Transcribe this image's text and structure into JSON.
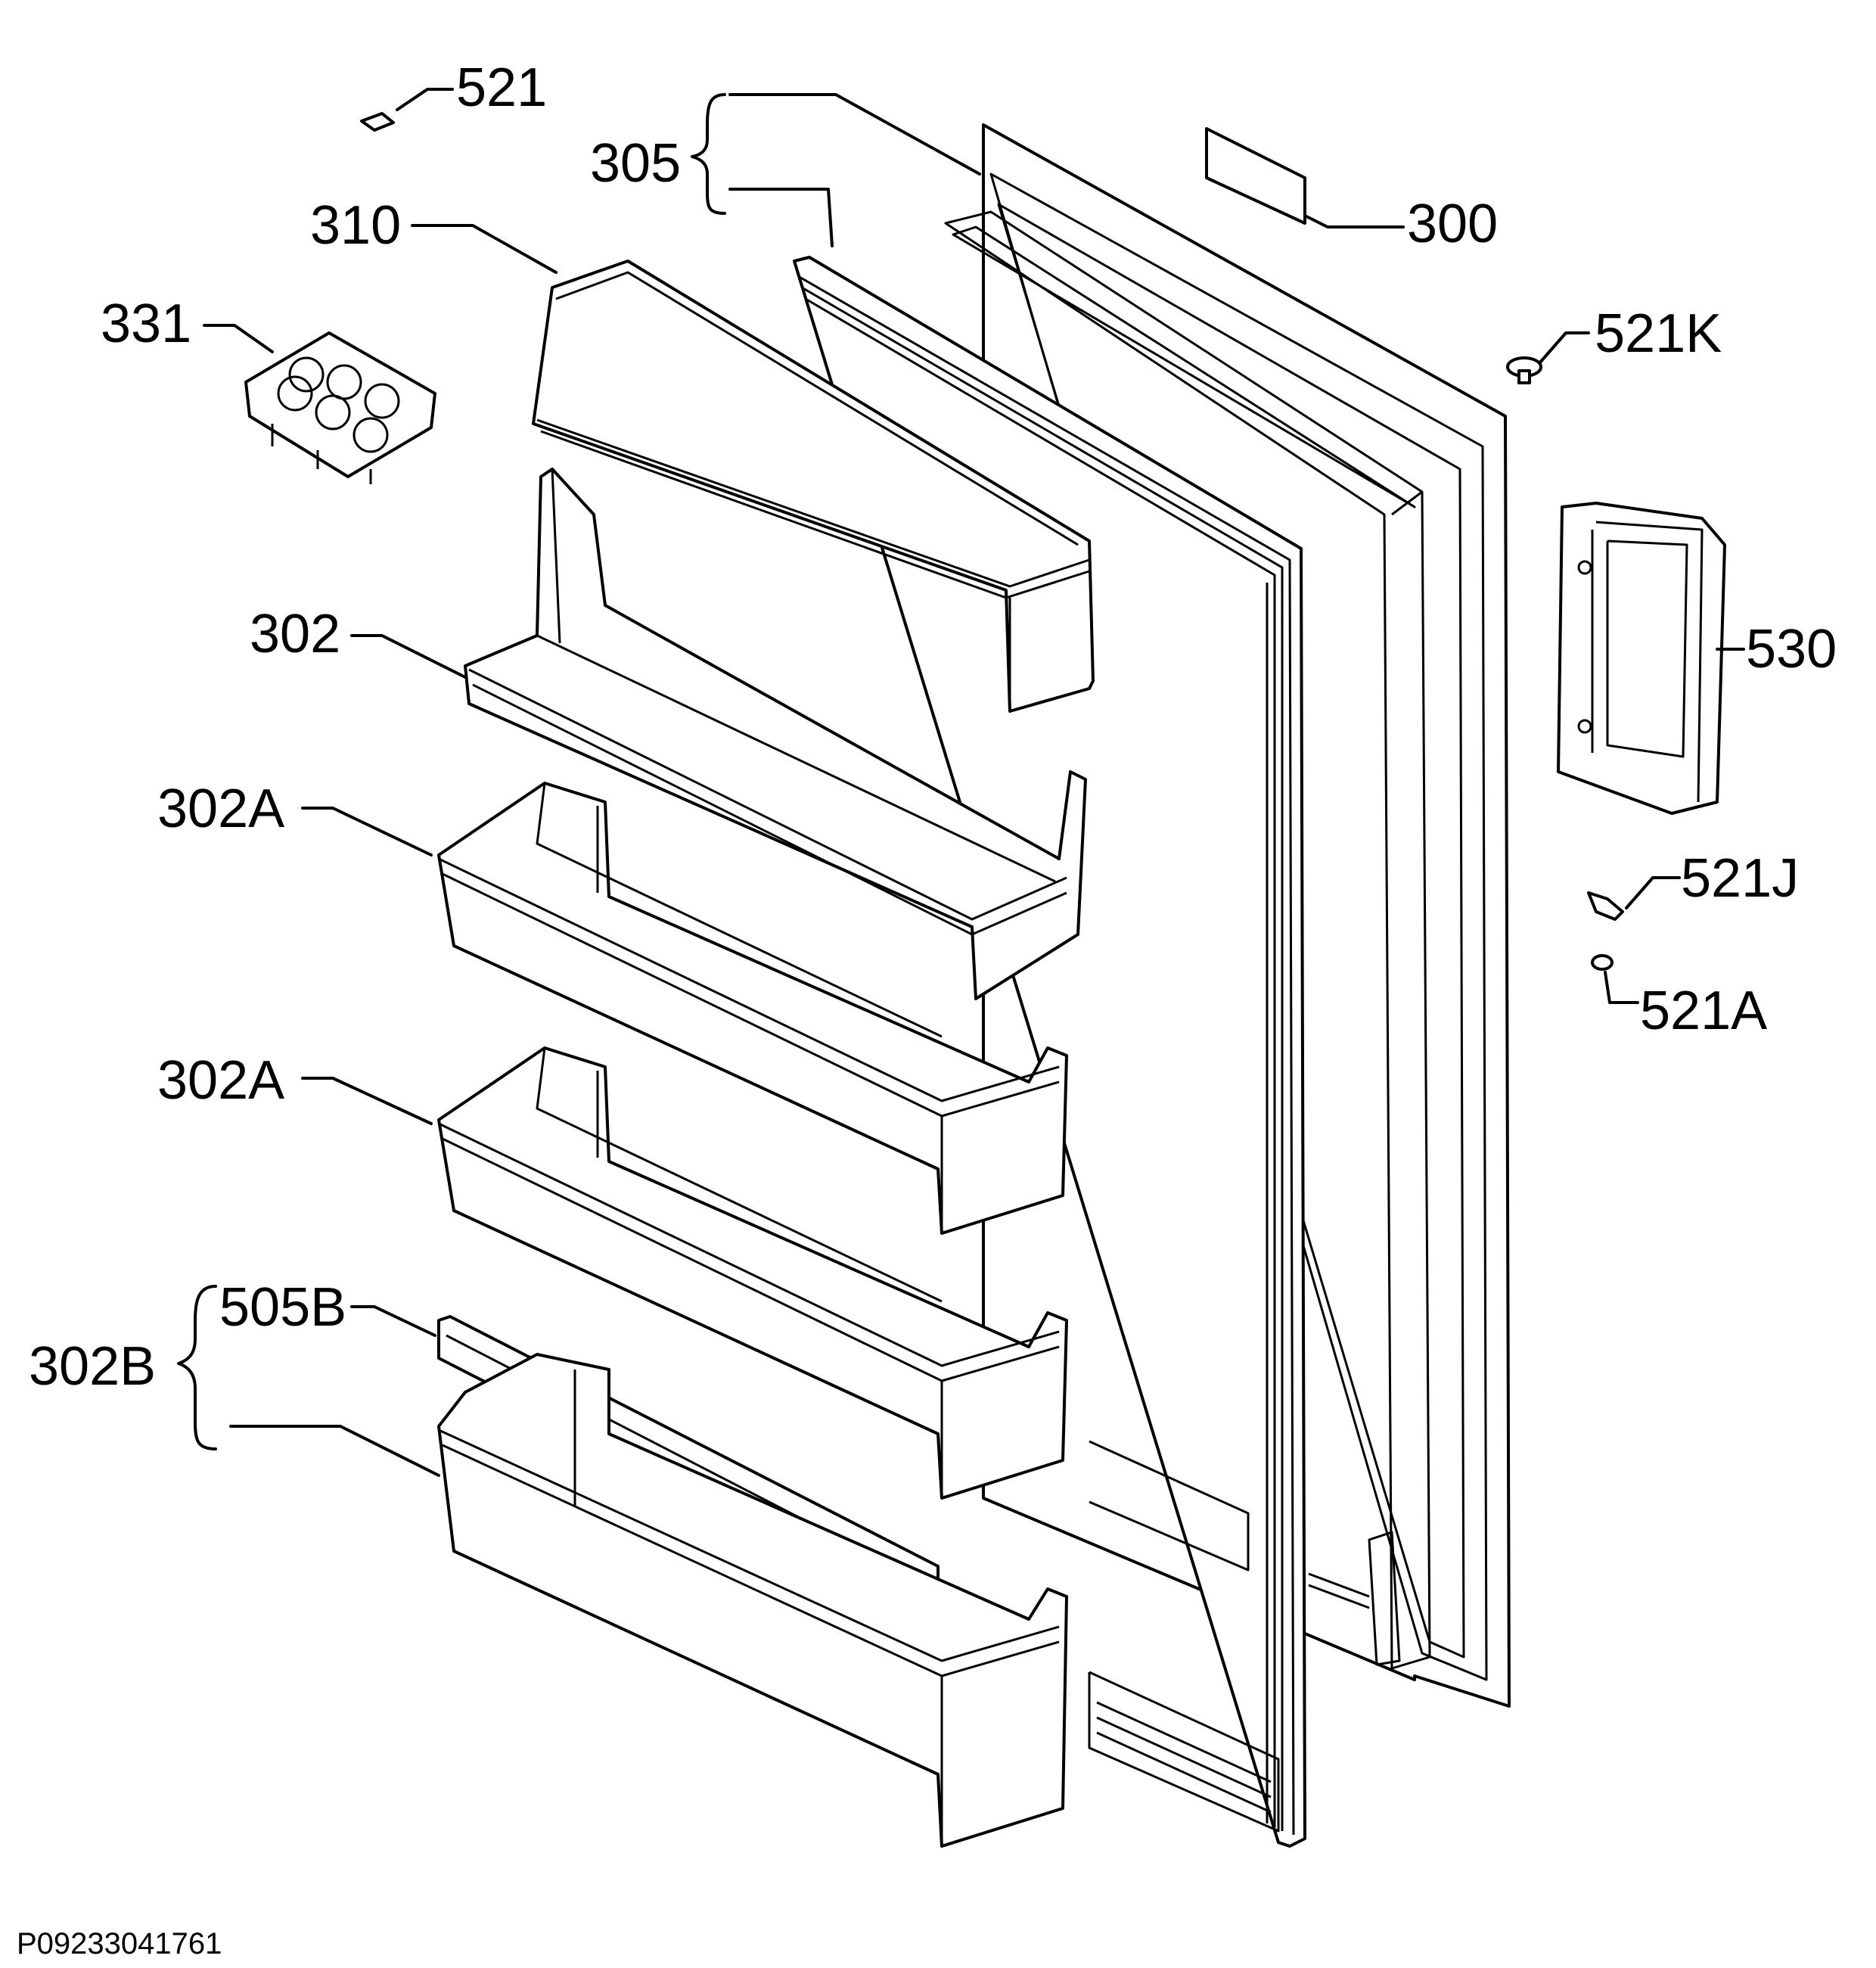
{
  "labels": {
    "l521": "521",
    "l305": "305",
    "l300": "300",
    "l310": "310",
    "l331": "331",
    "l521k": "521K",
    "l302": "302",
    "l530": "530",
    "l302a_1": "302A",
    "l521j": "521J",
    "l521a": "521A",
    "l302a_2": "302A",
    "l505b": "505B",
    "l302b": "302B"
  },
  "drawing_code": "P09233041761"
}
